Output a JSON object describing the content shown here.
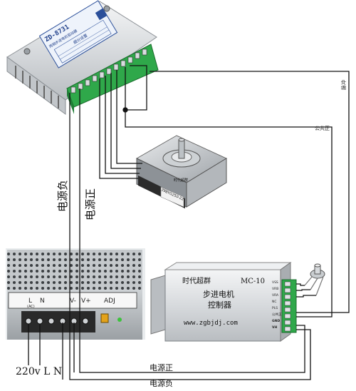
{
  "driver": {
    "model": "ZD-8731",
    "subtitle": "两相步进电机驱动器",
    "table_title": "细分设置"
  },
  "motor": {
    "model": "39BYG250-22",
    "brand": "时代超群"
  },
  "controller": {
    "brand": "时代超群",
    "model": "MC-10",
    "title_line1": "步进电机",
    "title_line2": "控制器",
    "website": "www.zgbjdj.com",
    "pins": [
      "VSS",
      "VRB",
      "VRA",
      "NC",
      "PLS",
      "公共正",
      "GND",
      "VH"
    ]
  },
  "power_supply": {
    "terminals": [
      "L",
      "N",
      "V-",
      "V+",
      "ADJ"
    ],
    "ac_label": "(AC)",
    "input_label": "220v L N"
  },
  "labels": {
    "power_neg_vertical": "电源负",
    "power_pos_vertical": "电源正",
    "power_pos_bottom": "电源正",
    "power_neg_bottom": "电源负",
    "common_pos": "公共正",
    "pulse": "脉冲"
  }
}
